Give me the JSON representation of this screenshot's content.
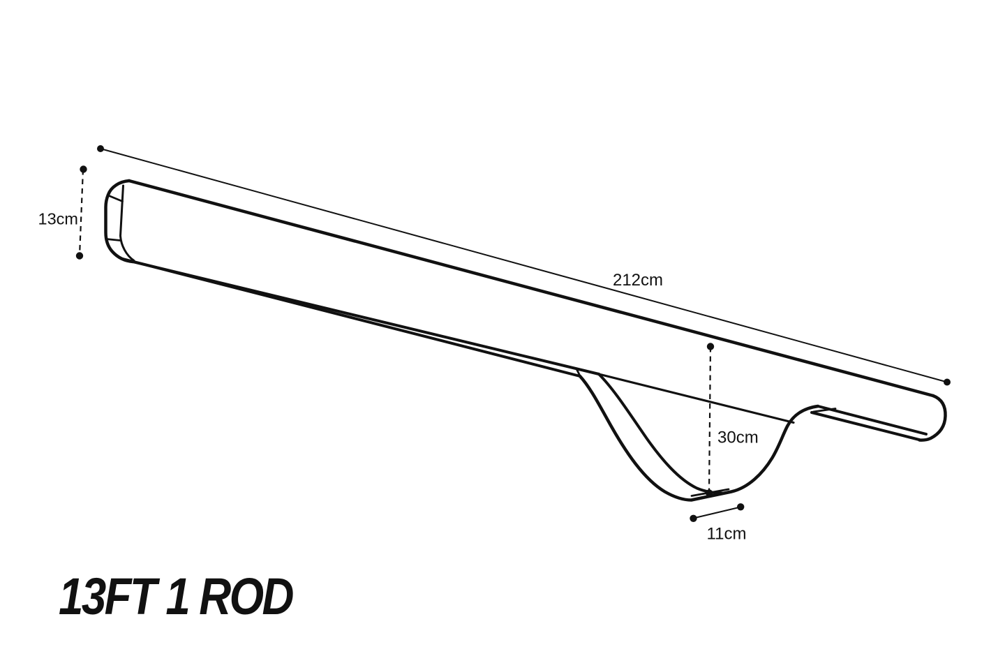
{
  "diagram": {
    "title": "13FT 1 ROD",
    "subject": "rod-dimension-drawing",
    "labels": {
      "end_height": "13cm",
      "total_length": "212cm",
      "dip_depth": "30cm",
      "dip_base_width": "11cm"
    },
    "colors": {
      "ink": "#111111",
      "background": "#ffffff"
    }
  }
}
